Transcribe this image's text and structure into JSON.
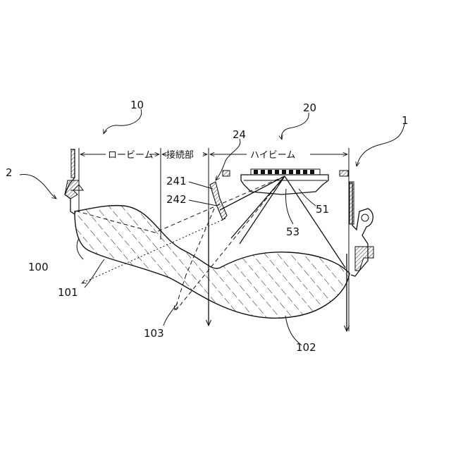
{
  "labels": {
    "n10": "10",
    "n20": "20",
    "n24": "24",
    "n1": "1",
    "n2": "2",
    "n241": "241",
    "n242": "242",
    "n51": "51",
    "n53": "53",
    "n100": "100",
    "n101": "101",
    "n102": "102",
    "n103": "103"
  },
  "zones": {
    "low_beam": "ロービーム",
    "connection": "接続部",
    "high_beam": "ハイビーム"
  }
}
